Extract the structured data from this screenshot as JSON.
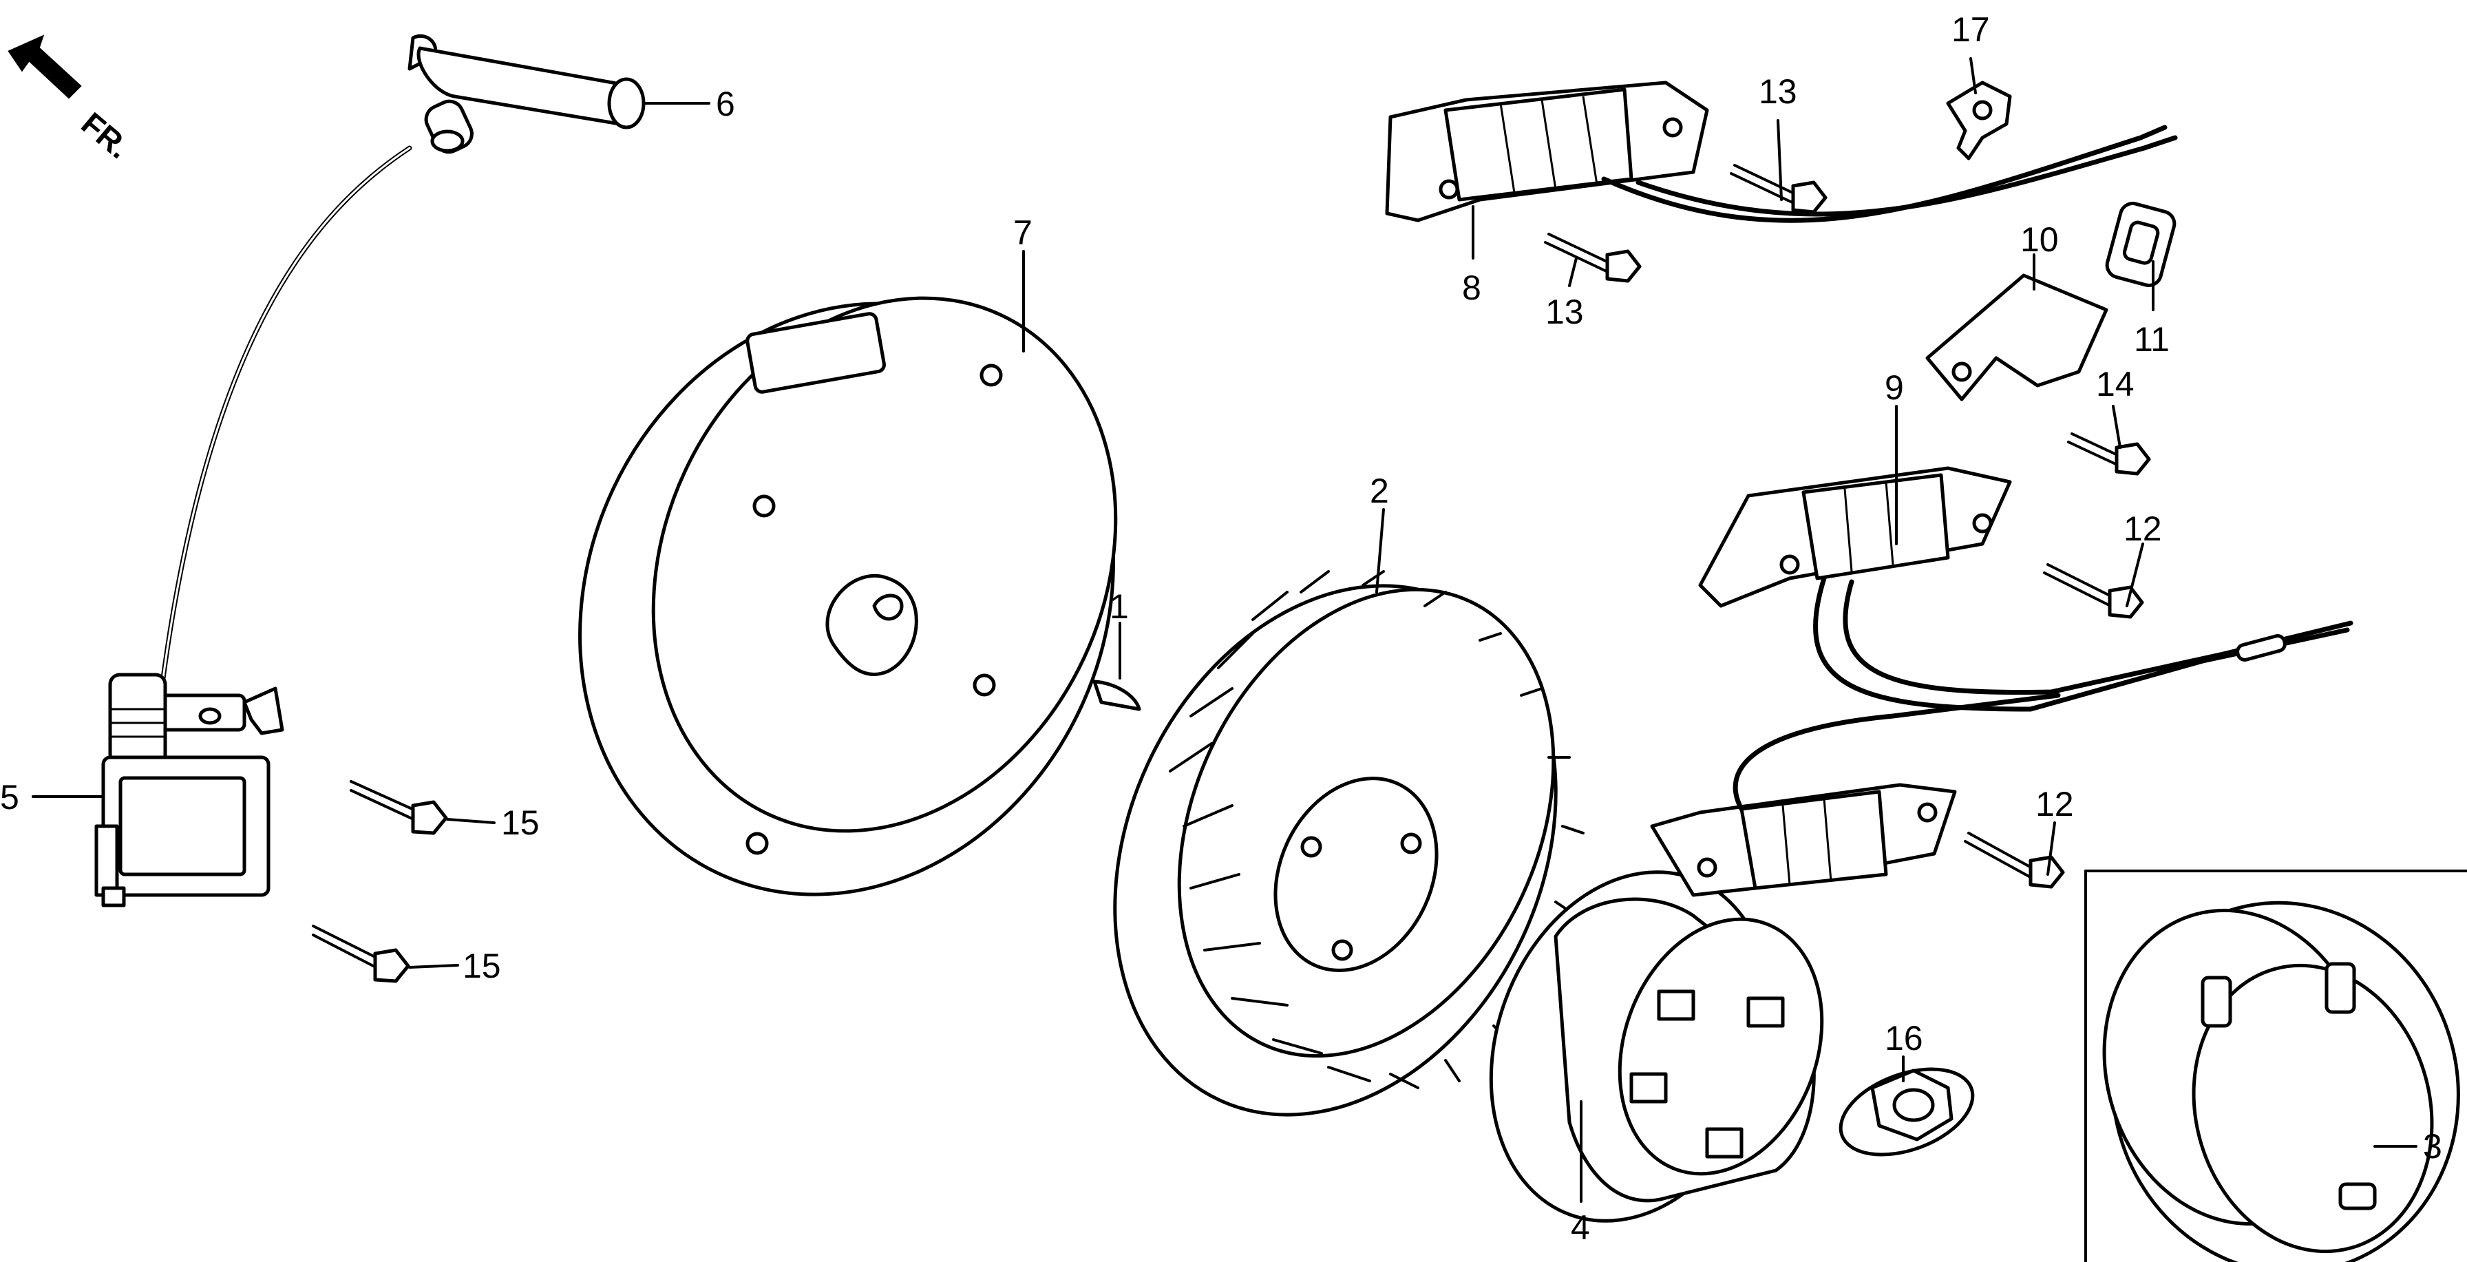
{
  "direction_indicator": {
    "label": "FR."
  },
  "callouts": {
    "c1": "1",
    "c2": "2",
    "c3": "3",
    "c4": "4",
    "c5": "5",
    "c6": "6",
    "c7": "7",
    "c8": "8",
    "c9": "9",
    "c10": "10",
    "c11": "11",
    "c12a": "12",
    "c12b": "12",
    "c13a": "13",
    "c13b": "13",
    "c14": "14",
    "c15a": "15",
    "c15b": "15",
    "c16": "16",
    "c17": "17"
  }
}
